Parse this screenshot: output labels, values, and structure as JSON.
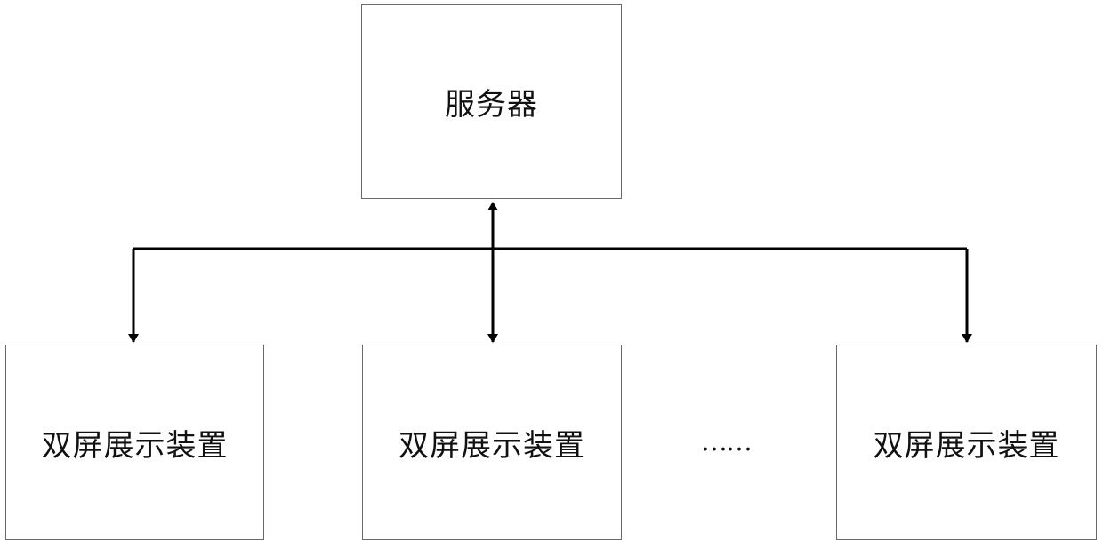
{
  "diagram": {
    "server": {
      "label": "服务器"
    },
    "devices": [
      {
        "label": "双屏展示装置"
      },
      {
        "label": "双屏展示装置"
      },
      {
        "label": "双屏展示装置"
      }
    ],
    "ellipsis": "……",
    "line_color": "#000000",
    "border_color": "#6a6a6a"
  }
}
